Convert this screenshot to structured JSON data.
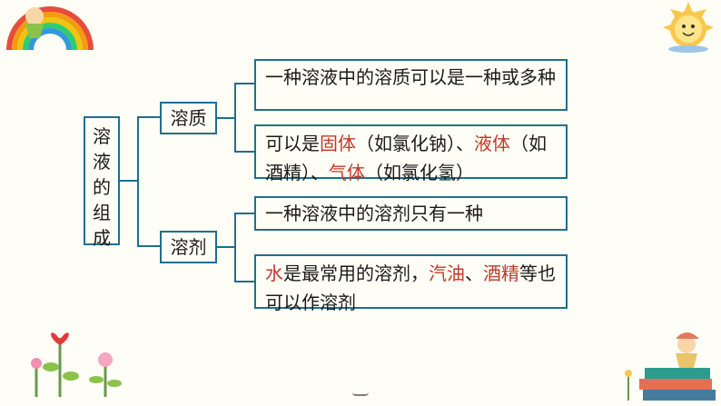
{
  "root": {
    "chars": [
      "溶",
      "液",
      "的",
      "组",
      "成"
    ]
  },
  "branches": [
    {
      "label": "溶质",
      "items": [
        {
          "segments": [
            {
              "text": "一种溶液中的溶质可以是一种或多种",
              "hl": false
            }
          ]
        },
        {
          "segments": [
            {
              "text": "可以是",
              "hl": false
            },
            {
              "text": "固体",
              "hl": true
            },
            {
              "text": "（如氯化钠）、",
              "hl": false
            },
            {
              "text": "液体",
              "hl": true
            },
            {
              "text": "（如酒精）、",
              "hl": false
            },
            {
              "text": "气体",
              "hl": true
            },
            {
              "text": "（如氯化氢）",
              "hl": false
            }
          ]
        }
      ]
    },
    {
      "label": "溶剂",
      "items": [
        {
          "segments": [
            {
              "text": "一种溶液中的溶剂只有一种",
              "hl": false
            }
          ]
        },
        {
          "segments": [
            {
              "text": "水",
              "hl": true
            },
            {
              "text": "是最常用的溶剂，",
              "hl": false
            },
            {
              "text": "汽油",
              "hl": true
            },
            {
              "text": "、",
              "hl": false
            },
            {
              "text": "酒精",
              "hl": true
            },
            {
              "text": "等也可以作溶剂",
              "hl": false
            }
          ]
        }
      ]
    }
  ],
  "colors": {
    "border": "#1f6f8f",
    "highlight": "#c0392b",
    "text": "#1a1a1a",
    "background": "#fffef6"
  },
  "decorations": [
    "rainbow-icon",
    "sun-icon",
    "flower-icon",
    "girl-on-books-icon"
  ]
}
